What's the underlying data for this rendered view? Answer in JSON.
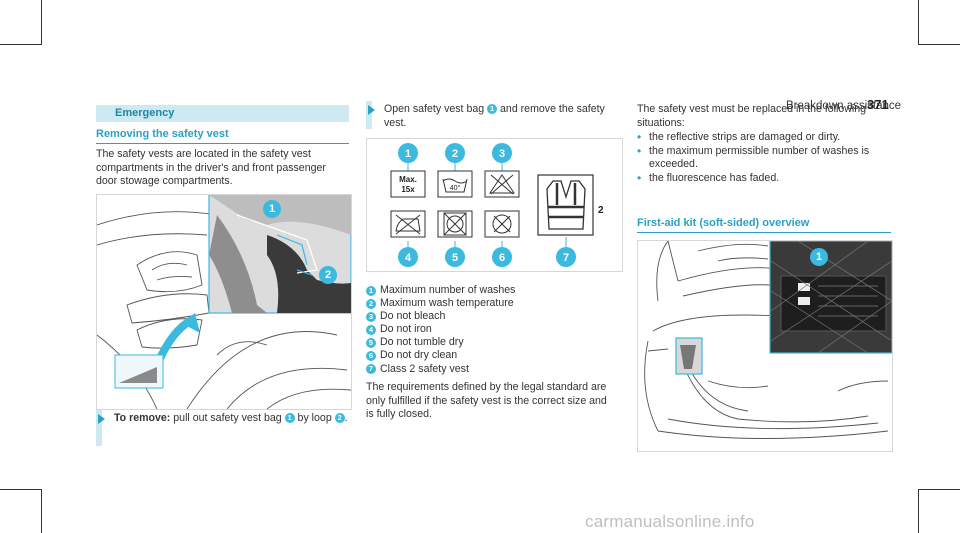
{
  "header": {
    "running_head": "Breakdown assistance",
    "page_number": "371"
  },
  "section": {
    "title": "Emergency"
  },
  "col1": {
    "subheading": "Removing the safety vest",
    "intro": "The safety vests are located in the safety vest compartments in the driver's and front passenger door stowage compartments.",
    "figure_callouts": [
      "1",
      "2"
    ],
    "step_label": "To remove:",
    "step_text_1": "pull out safety vest bag",
    "step_ref_1": "1",
    "step_text_2": "by loop",
    "step_ref_2": "2",
    "step_text_3": "."
  },
  "col2": {
    "step_text_1": "Open safety vest bag",
    "step_ref_1": "1",
    "step_text_2": "and remove the safety vest.",
    "symbols": {
      "top_callouts": [
        "1",
        "2",
        "3"
      ],
      "bottom_callouts": [
        "4",
        "5",
        "6",
        "7"
      ],
      "max_label": "Max.",
      "max_value": "15x",
      "temp_label": "40°",
      "class_label": "2"
    },
    "legend": [
      {
        "num": "1",
        "text": "Maximum number of washes"
      },
      {
        "num": "2",
        "text": "Maximum wash temperature"
      },
      {
        "num": "3",
        "text": "Do not bleach"
      },
      {
        "num": "4",
        "text": "Do not iron"
      },
      {
        "num": "5",
        "text": "Do not tumble dry"
      },
      {
        "num": "6",
        "text": "Do not dry clean"
      },
      {
        "num": "7",
        "text": "Class 2 safety vest"
      }
    ],
    "closing": "The requirements defined by the legal standard are only fulfilled if the safety vest is the correct size and is fully closed."
  },
  "col3": {
    "intro": "The safety vest must be replaced in the following situations:",
    "bullets": [
      "the reflective strips are damaged or dirty.",
      "the maximum permissible number of washes is exceeded.",
      "the fluorescence has faded."
    ],
    "subheading": "First-aid kit (soft-sided) overview",
    "figure_callout": "1"
  },
  "watermark": "carmanualsonline.info",
  "colors": {
    "accent": "#2aa1c5",
    "callout": "#3bb9de",
    "section_bg": "#cde9f2"
  }
}
